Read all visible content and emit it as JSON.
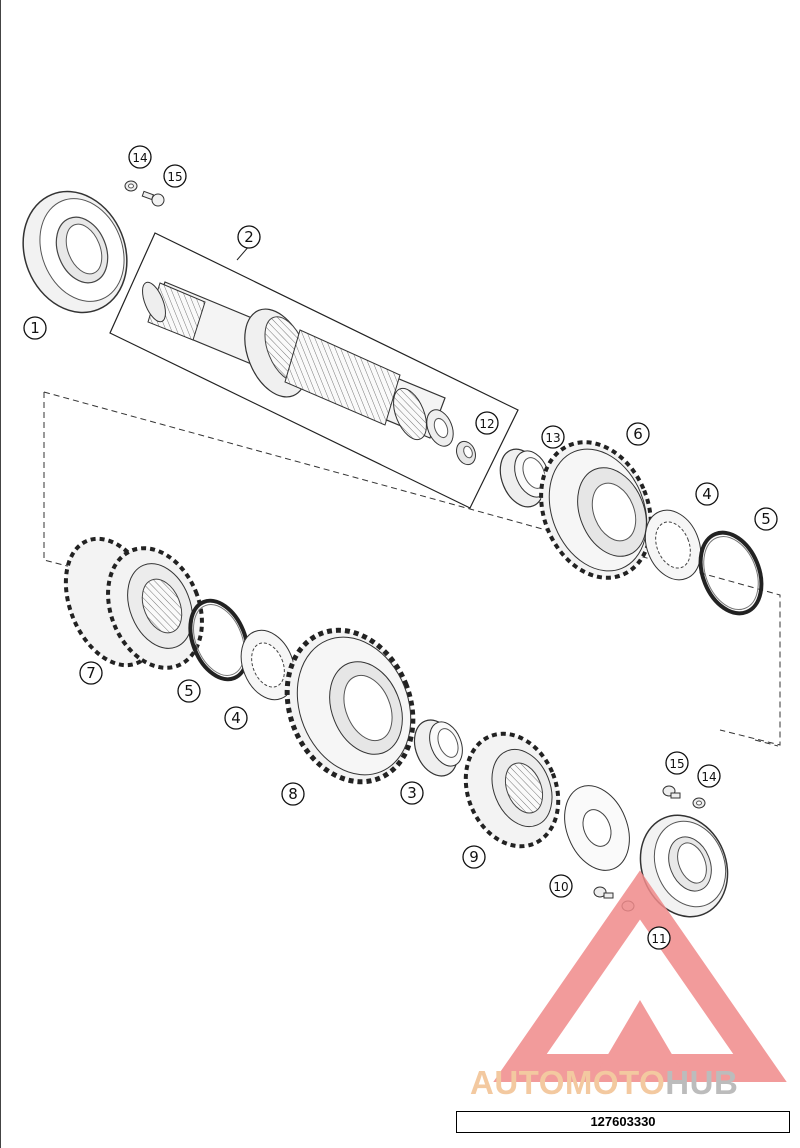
{
  "callouts": [
    {
      "id": "c1",
      "text": "1"
    },
    {
      "id": "c2",
      "text": "2"
    },
    {
      "id": "c3",
      "text": "3"
    },
    {
      "id": "c4a",
      "text": "4"
    },
    {
      "id": "c4b",
      "text": "4"
    },
    {
      "id": "c5a",
      "text": "5"
    },
    {
      "id": "c5b",
      "text": "5"
    },
    {
      "id": "c6",
      "text": "6"
    },
    {
      "id": "c7",
      "text": "7"
    },
    {
      "id": "c8",
      "text": "8"
    },
    {
      "id": "c9",
      "text": "9"
    },
    {
      "id": "c10",
      "text": "10"
    },
    {
      "id": "c11",
      "text": "11"
    },
    {
      "id": "c12",
      "text": "12"
    },
    {
      "id": "c13",
      "text": "13"
    },
    {
      "id": "c14a",
      "text": "14"
    },
    {
      "id": "c14b",
      "text": "14"
    },
    {
      "id": "c15a",
      "text": "15"
    },
    {
      "id": "c15b",
      "text": "15"
    }
  ],
  "watermark": {
    "part1": "AUTOMOTO",
    "part2": "HUB",
    "color_logo": "#f08a8a",
    "color_text1": "#f3c9a0",
    "color_text2": "#bcbcbc"
  },
  "drawing_number": "127603330"
}
